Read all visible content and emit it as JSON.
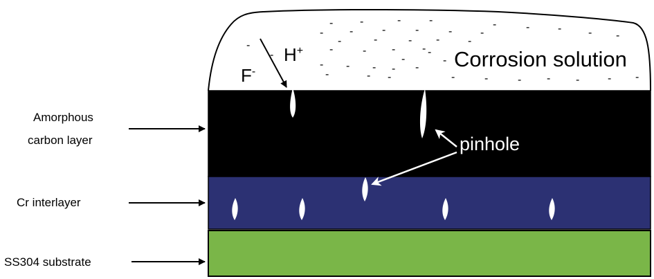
{
  "labels": {
    "corrosion_solution": "Corrosion solution",
    "hydrogen_ion": "H",
    "hydrogen_charge": "+",
    "fluoride_ion": "F",
    "fluoride_charge": "-",
    "pinhole": "pinhole",
    "amorphous_line1": "Amorphous",
    "amorphous_line2": "carbon  layer",
    "cr_interlayer": "Cr interlayer",
    "substrate": "SS304 substrate"
  },
  "colors": {
    "carbon_layer": "#000000",
    "cr_interlayer": "#2c3173",
    "substrate": "#7ab648",
    "pinhole": "#ffffff",
    "outline": "#000000"
  },
  "icons": {
    "pinhole_shape": "pinhole-teardrop-icon",
    "side_arrow": "arrow-right-icon"
  },
  "solution_dash": "-"
}
